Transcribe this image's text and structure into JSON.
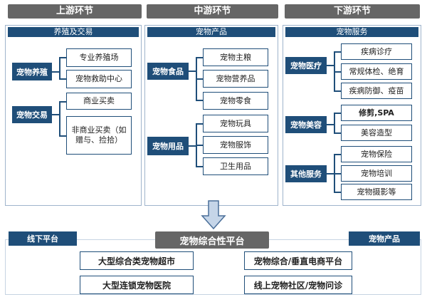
{
  "stages": {
    "upstream": "上游环节",
    "midstream": "中游环节",
    "downstream": "下游环节"
  },
  "upstream": {
    "section": "养殖及交易",
    "groups": [
      {
        "name": "宠物养殖",
        "items": [
          "专业养殖场",
          "宠物救助中心"
        ]
      },
      {
        "name": "宠物交易",
        "items": [
          "商业买卖",
          "非商业买卖（如赠与、捡拾）"
        ]
      }
    ]
  },
  "midstream": {
    "section": "宠物产品",
    "groups": [
      {
        "name": "宠物食品",
        "items": [
          "宠物主粮",
          "宠物营养品",
          "宠物零食"
        ]
      },
      {
        "name": "宠物用品",
        "items": [
          "宠物玩具",
          "宠物服饰",
          "卫生用品"
        ]
      }
    ]
  },
  "downstream": {
    "section": "宠物服务",
    "groups": [
      {
        "name": "宠物医疗",
        "items": [
          "疾病诊疗",
          "常规体检、绝育",
          "疾病防御、疫苗"
        ]
      },
      {
        "name": "宠物美容",
        "items": [
          "修剪,SPA",
          "美容造型"
        ]
      },
      {
        "name": "其他服务",
        "items": [
          "宠物保险",
          "宠物培训",
          "宠物摄影等"
        ]
      }
    ]
  },
  "bottom": {
    "offline_label": "线下平台",
    "center_label": "宠物综合性平台",
    "product_label": "宠物产品",
    "boxes": [
      "大型综合类宠物超市",
      "宠物综合/垂直电商平台",
      "大型连锁宠物医院",
      "线上宠物社区/宠物问诊"
    ]
  },
  "colors": {
    "primary": "#1f4e79",
    "header_gray": "#666666",
    "frame": "#9fb4cc",
    "arrow": "#c5d5e8"
  }
}
